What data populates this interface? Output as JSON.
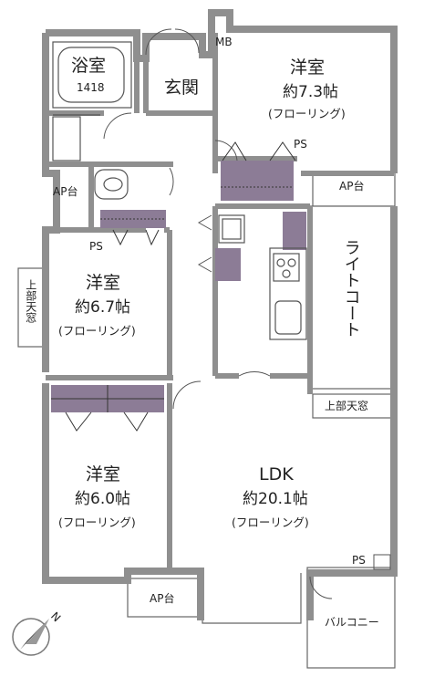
{
  "rooms": {
    "bath": {
      "name": "浴室",
      "size": "1418"
    },
    "entrance": {
      "name": "玄関"
    },
    "mb": {
      "name": "MB"
    },
    "western_1": {
      "name": "洋室",
      "size": "約7.3帖",
      "floor": "(フローリング)"
    },
    "western_2": {
      "name": "洋室",
      "size": "約6.7帖",
      "floor": "(フローリング)"
    },
    "western_3": {
      "name": "洋室",
      "size": "約6.0帖",
      "floor": "(フローリング)"
    },
    "ldk": {
      "name": "LDK",
      "size": "約20.1帖",
      "floor": "(フローリング)"
    }
  },
  "labels": {
    "ap_top_left": "AP台",
    "ap_top_right": "AP台",
    "ap_bottom": "AP台",
    "ps_top": "PS",
    "ps_mid": "PS",
    "ps_bottom": "PS",
    "skylight_left": "上部天窓",
    "skylight_right": "上部天窓",
    "light_court": "ライトコート",
    "balcony": "バルコニー"
  },
  "compass": {
    "label": "N"
  },
  "colors": {
    "wall": "#8f8f8f",
    "storage": "#8c7c96",
    "line": "#555555"
  }
}
